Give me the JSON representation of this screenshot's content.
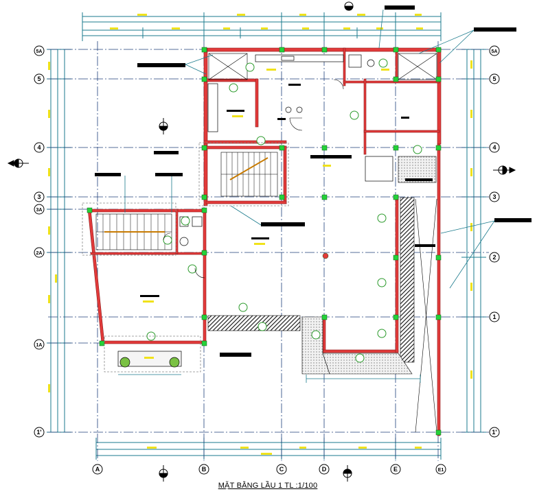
{
  "drawing": {
    "caption": "MẶT BẰNG LẦU 1  TL :1/100",
    "column_grid": [
      "A",
      "B",
      "C",
      "D",
      "E",
      "E1"
    ],
    "row_grid": [
      "5A",
      "5",
      "4",
      "3",
      "3A",
      "2A",
      "2",
      "1",
      "1A",
      "1'"
    ],
    "colors": {
      "dimension_line": "#1a7a8c",
      "grid_line": "#1f3f7a",
      "wall_fill": "#e23a3a",
      "column_fill": "#25d13a",
      "label_fill": "#f0e21a",
      "annotation_box": "#000000",
      "hatch": "#333333"
    }
  }
}
